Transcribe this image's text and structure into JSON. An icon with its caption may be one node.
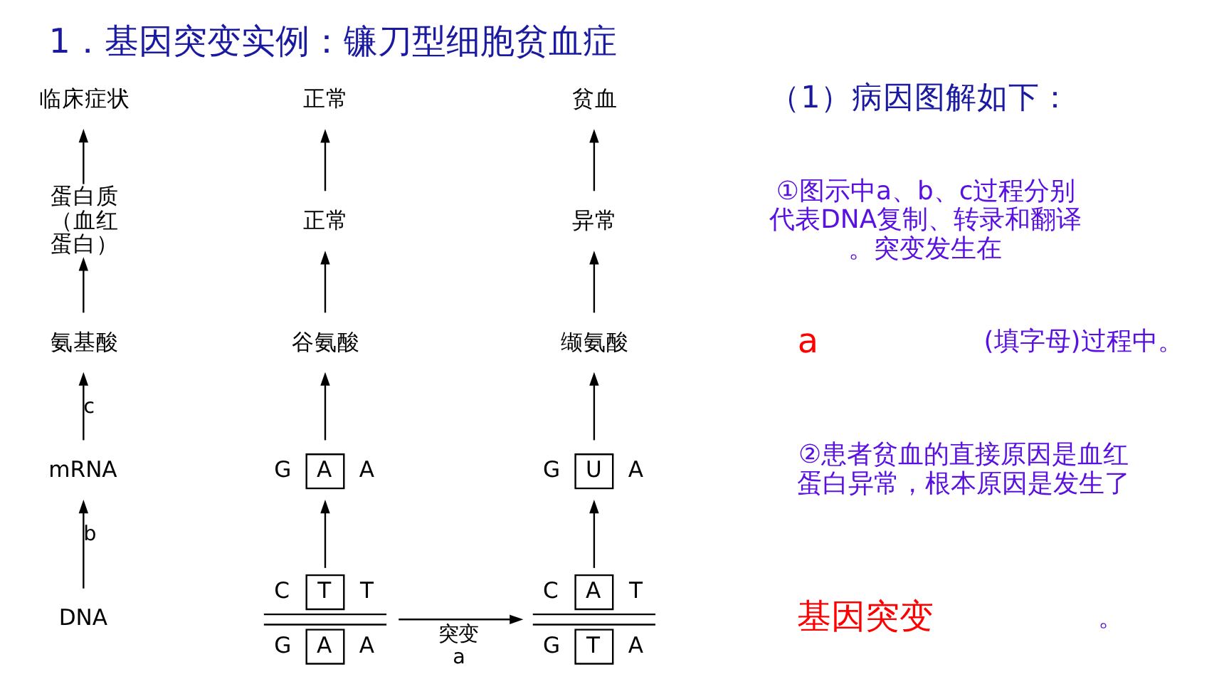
{
  "diagram": {
    "title": "1．基因突变实例：镰刀型细胞贫血症",
    "nodes": [
      {
        "text": [
          "临床症状"
        ]
      },
      {
        "text": [
          "蛋白质（血红蛋白）"
        ]
      },
      {
        "text": [
          "氨基酸"
        ]
      },
      {
        "text": [
          "mRNA"
        ]
      },
      {
        "text": [
          "DNA"
        ]
      },
      {
        "text": [
          "正常"
        ]
      },
      {
        "text": [
          "正常"
        ]
      },
      {
        "text": [
          "谷氨酸"
        ]
      },
      {
        "text": [
          "G",
          "A",
          "A"
        ]
      },
      {
        "text": [
          "C",
          "T",
          "T",
          "G",
          "A",
          "A"
        ]
      },
      {
        "text": [
          "贫血"
        ]
      },
      {
        "text": [
          "异常"
        ]
      },
      {
        "text": [
          "缬氨酸"
        ]
      },
      {
        "text": [
          "G",
          "U",
          "A"
        ]
      },
      {
        "text": [
          "C",
          "A",
          "T",
          "G",
          "T",
          "A"
        ]
      }
    ],
    "edges": [
      {
        "from": 4,
        "to": 3,
        "arrow": "to",
        "label": "b"
      },
      {
        "from": 3,
        "to": 2,
        "arrow": "to",
        "label": "c"
      },
      {
        "from": 2,
        "to": 1,
        "arrow": "to"
      },
      {
        "from": 1,
        "to": 0,
        "arrow": "to"
      },
      {
        "from": 9,
        "to": 8,
        "arrow": "to"
      },
      {
        "from": 8,
        "to": 7,
        "arrow": "to"
      },
      {
        "from": 7,
        "to": 6,
        "arrow": "to"
      },
      {
        "from": 6,
        "to": 5,
        "arrow": "to"
      },
      {
        "from": 14,
        "to": 13,
        "arrow": "to"
      },
      {
        "from": 13,
        "to": 12,
        "arrow": "to"
      },
      {
        "from": 12,
        "to": 11,
        "arrow": "to"
      },
      {
        "from": 11,
        "to": 10,
        "arrow": "to"
      },
      {
        "from": 9,
        "to": 14,
        "arrow": "to",
        "label": "突变 a"
      }
    ],
    "labels": [
      "（1）病因图解如下：",
      "①图示中a、b、c过程分别代表DNA复制、转录和翻译。突变发生在",
      "a",
      "(填字母)过程中。",
      "②患者贫血的直接原因是血红蛋白异常，根本原因是发生了",
      "基因突变",
      "。"
    ]
  }
}
